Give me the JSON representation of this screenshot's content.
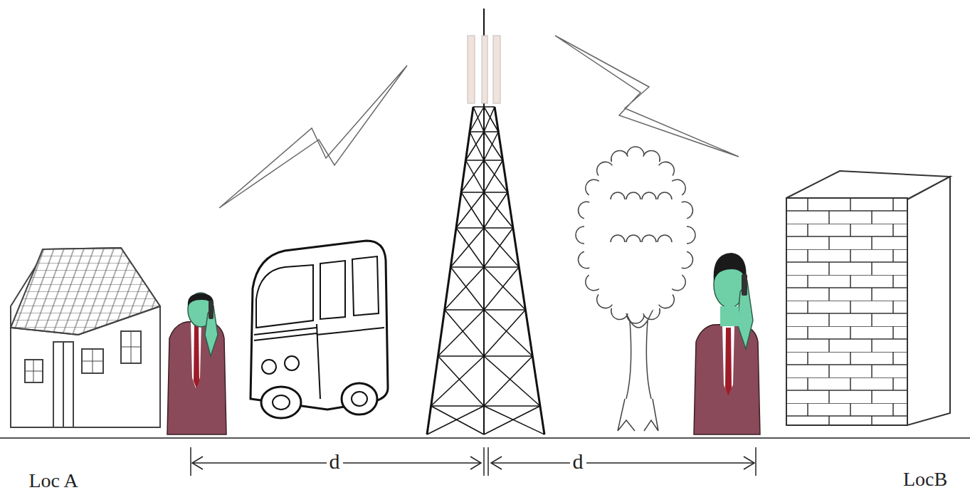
{
  "diagram": {
    "labels": [
      "Loc A",
      "d",
      "d",
      "LocB"
    ]
  }
}
